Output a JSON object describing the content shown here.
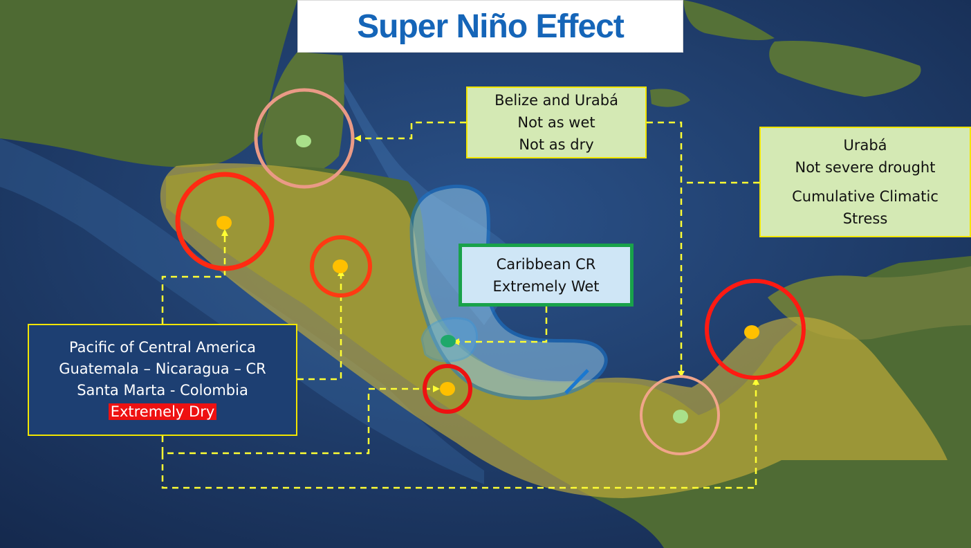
{
  "title": "Super Niño Effect",
  "labels": {
    "belize": {
      "lines": [
        "Belize and Urabá",
        "Not as wet",
        "Not as dry"
      ]
    },
    "uraba": {
      "lines": [
        "Urabá",
        "Not severe drought",
        "Cumulative Climatic",
        "Stress"
      ]
    },
    "caribbean": {
      "lines": [
        "Caribbean CR",
        "Extremely Wet"
      ]
    },
    "pacific": {
      "lines": [
        "Pacific of Central America",
        "Guatemala – Nicaragua – CR",
        "Santa Marta - Colombia"
      ],
      "highlight": "Extremely Dry"
    }
  },
  "colors": {
    "ocean_deep": "#18325f",
    "ocean_shelf": "#2f5f96",
    "land": "#4f6b34",
    "dry_zone": "#c9b23a",
    "wet_zone": "#1a78d0",
    "severe_ring": "#ff2a12",
    "moderate_ring": "#f0a090",
    "site_dry": "#ffc000",
    "site_mild": "#a9e08a",
    "site_wet": "#1ea86a",
    "connector": "#ffff33",
    "label_green": "#d4e9b4",
    "label_blue": "#cfe6f6",
    "label_dark": "#1d3f72",
    "title_text": "#1565b8",
    "extreme_dry": "#ee1111"
  }
}
